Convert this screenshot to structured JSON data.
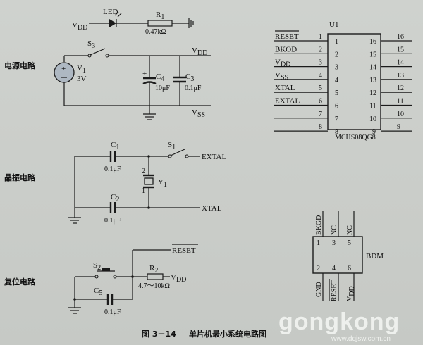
{
  "caption": {
    "figure_no": "图 3－14",
    "title": "单片机最小系统电路图"
  },
  "watermark": {
    "brand": "gongkong",
    "url": "www.dqjsw.com.cn"
  },
  "led_branch": {
    "vdd": "V",
    "vdd_sub": "DD",
    "led_label": "LED",
    "r1_name": "R",
    "r1_sub": "1",
    "r1_value": "0.47kΩ"
  },
  "power_section": {
    "title": "电源电路",
    "switch_name": "S",
    "switch_sub": "3",
    "source_name": "V",
    "source_sub": "1",
    "source_value": "3V",
    "c4_name": "C",
    "c4_sub": "4",
    "c4_value": "10μF",
    "c4_plus": "+",
    "c3_name": "C",
    "c3_sub": "3",
    "c3_value": "0.1μF",
    "vdd": "V",
    "vdd_sub": "DD",
    "vss": "V",
    "vss_sub": "SS"
  },
  "crystal_section": {
    "title": "晶振电路",
    "c1_name": "C",
    "c1_sub": "1",
    "c1_value": "0.1μF",
    "c2_name": "C",
    "c2_sub": "2",
    "c2_value": "0.1μF",
    "switch_name": "S",
    "switch_sub": "1",
    "crystal_name": "Y",
    "crystal_sub": "1",
    "pin1": "1",
    "pin2": "2",
    "extal": "EXTAL",
    "xtal": "XTAL"
  },
  "reset_section": {
    "title": "复位电路",
    "switch_name": "S",
    "switch_sub": "2",
    "r2_name": "R",
    "r2_sub": "2",
    "r2_value": "4.7～10kΩ",
    "vdd": "V",
    "vdd_sub": "DD",
    "c5_name": "C",
    "c5_sub": "5",
    "c5_value": "0.1μF",
    "reset": "RESET"
  },
  "mcu": {
    "designator": "U1",
    "part": "MCHS08QG8",
    "left_pins": [
      {
        "num": "1",
        "signal": "RESET",
        "sub": "",
        "overline": true
      },
      {
        "num": "2",
        "signal": "BKOD",
        "sub": "",
        "overline": false
      },
      {
        "num": "3",
        "signal": "V",
        "sub": "DD",
        "overline": false
      },
      {
        "num": "4",
        "signal": "V",
        "sub": "SS",
        "overline": false
      },
      {
        "num": "5",
        "signal": "XTAL",
        "sub": "",
        "overline": false
      },
      {
        "num": "6",
        "signal": "EXTAL",
        "sub": "",
        "overline": false
      },
      {
        "num": "7",
        "signal": "",
        "sub": "",
        "overline": false
      },
      {
        "num": "8",
        "signal": "",
        "sub": "",
        "overline": false
      }
    ],
    "right_pins": [
      "16",
      "15",
      "14",
      "13",
      "12",
      "11",
      "10",
      "9"
    ]
  },
  "bdm": {
    "name": "BDM",
    "top_labels": [
      "BKGD",
      "NC",
      "NC"
    ],
    "top_nums": [
      "1",
      "3",
      "5"
    ],
    "bottom_labels": [
      "GND",
      "RESET",
      "V"
    ],
    "bottom_sub": "DD",
    "bottom_nums": [
      "2",
      "4",
      "6"
    ]
  }
}
